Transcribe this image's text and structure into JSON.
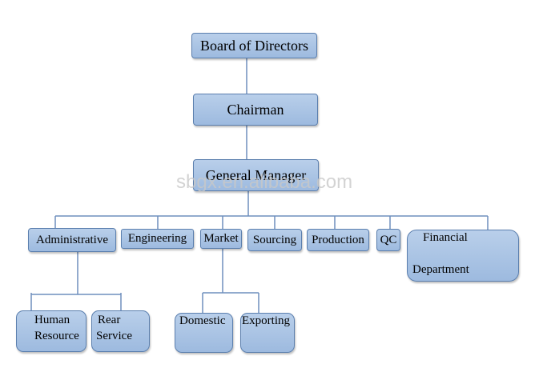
{
  "nodes": {
    "board": "Board of Directors",
    "chairman": "Chairman",
    "general_manager": "General Manager",
    "administrative": "Administrative",
    "engineering": "Engineering",
    "market": "Market",
    "sourcing": "Sourcing",
    "production": "Production",
    "qc": "QC",
    "financial_line1": "Financial",
    "financial_line2": "Department",
    "human_line1": "Human",
    "human_line2": "Resource",
    "rear_line1": "Rear",
    "rear_line2": "Service",
    "domestic": "Domestic",
    "exporting": "Exporting"
  },
  "watermark": "sbgx.en.alibaba.com",
  "colors": {
    "box_fill": "#a9c4e6",
    "box_border": "#5b7fae",
    "line": "#6f8fbd"
  }
}
